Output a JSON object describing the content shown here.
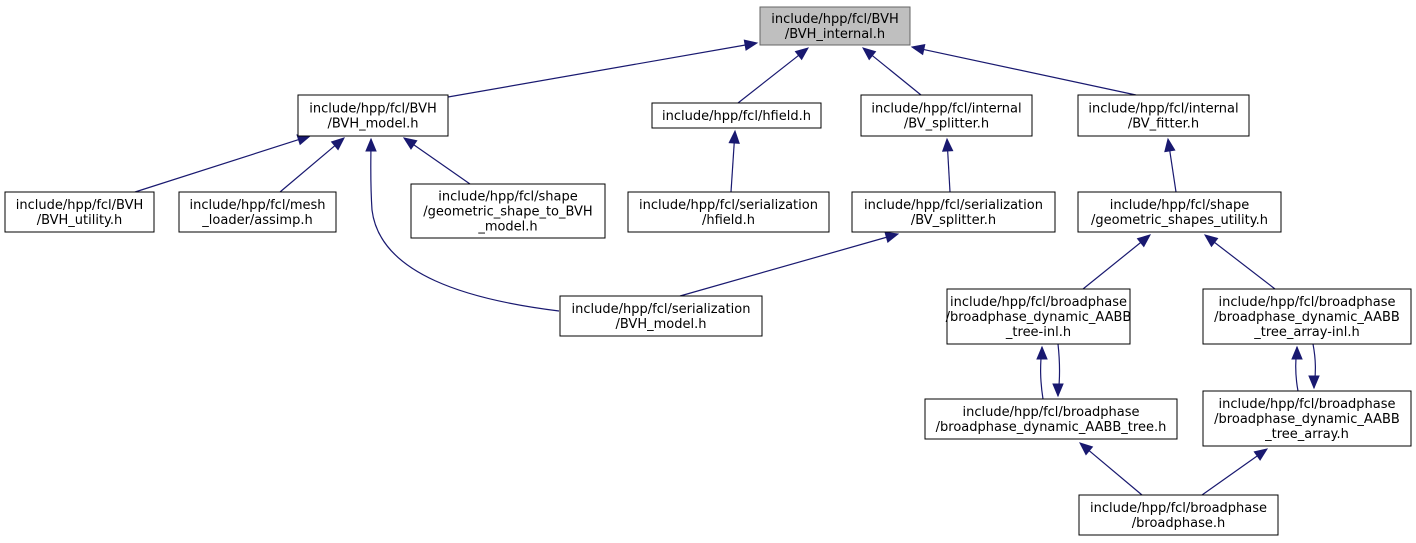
{
  "graph": {
    "nodes": [
      {
        "id": "bvh_internal",
        "lines": [
          "include/hpp/fcl/BVH",
          "/BVH_internal.h"
        ],
        "root": true
      },
      {
        "id": "bvh_model",
        "lines": [
          "include/hpp/fcl/BVH",
          "/BVH_model.h"
        ]
      },
      {
        "id": "hfield",
        "lines": [
          "include/hpp/fcl/hfield.h"
        ]
      },
      {
        "id": "bv_splitter",
        "lines": [
          "include/hpp/fcl/internal",
          "/BV_splitter.h"
        ]
      },
      {
        "id": "bv_fitter",
        "lines": [
          "include/hpp/fcl/internal",
          "/BV_fitter.h"
        ]
      },
      {
        "id": "bvh_utility",
        "lines": [
          "include/hpp/fcl/BVH",
          "/BVH_utility.h"
        ]
      },
      {
        "id": "mesh_assimp",
        "lines": [
          "include/hpp/fcl/mesh",
          "_loader/assimp.h"
        ]
      },
      {
        "id": "geom_shape_to_bvh",
        "lines": [
          "include/hpp/fcl/shape",
          "/geometric_shape_to_BVH",
          "_model.h"
        ]
      },
      {
        "id": "ser_hfield",
        "lines": [
          "include/hpp/fcl/serialization",
          "/hfield.h"
        ]
      },
      {
        "id": "ser_bv_splitter",
        "lines": [
          "include/hpp/fcl/serialization",
          "/BV_splitter.h"
        ]
      },
      {
        "id": "geom_shapes_utility",
        "lines": [
          "include/hpp/fcl/shape",
          "/geometric_shapes_utility.h"
        ]
      },
      {
        "id": "ser_bvh_model",
        "lines": [
          "include/hpp/fcl/serialization",
          "/BVH_model.h"
        ]
      },
      {
        "id": "bp_tree_inl",
        "lines": [
          "include/hpp/fcl/broadphase",
          "/broadphase_dynamic_AABB",
          "_tree-inl.h"
        ]
      },
      {
        "id": "bp_tree_array_inl",
        "lines": [
          "include/hpp/fcl/broadphase",
          "/broadphase_dynamic_AABB",
          "_tree_array-inl.h"
        ]
      },
      {
        "id": "bp_tree",
        "lines": [
          "include/hpp/fcl/broadphase",
          "/broadphase_dynamic_AABB_tree.h"
        ]
      },
      {
        "id": "bp_tree_array",
        "lines": [
          "include/hpp/fcl/broadphase",
          "/broadphase_dynamic_AABB",
          "_tree_array.h"
        ]
      },
      {
        "id": "broadphase",
        "lines": [
          "include/hpp/fcl/broadphase",
          "/broadphase.h"
        ]
      }
    ],
    "edges": [
      {
        "from": "bvh_model",
        "to": "bvh_internal"
      },
      {
        "from": "hfield",
        "to": "bvh_internal"
      },
      {
        "from": "bv_splitter",
        "to": "bvh_internal"
      },
      {
        "from": "bv_fitter",
        "to": "bvh_internal"
      },
      {
        "from": "bvh_utility",
        "to": "bvh_model"
      },
      {
        "from": "mesh_assimp",
        "to": "bvh_model"
      },
      {
        "from": "geom_shape_to_bvh",
        "to": "bvh_model"
      },
      {
        "from": "ser_bvh_model",
        "to": "bvh_model"
      },
      {
        "from": "ser_hfield",
        "to": "hfield"
      },
      {
        "from": "ser_bv_splitter",
        "to": "bv_splitter"
      },
      {
        "from": "ser_bvh_model",
        "to": "ser_bv_splitter"
      },
      {
        "from": "geom_shapes_utility",
        "to": "bv_fitter"
      },
      {
        "from": "bp_tree_inl",
        "to": "geom_shapes_utility"
      },
      {
        "from": "bp_tree_array_inl",
        "to": "geom_shapes_utility"
      },
      {
        "from": "bp_tree",
        "to": "bp_tree_inl"
      },
      {
        "from": "bp_tree_inl",
        "to": "bp_tree"
      },
      {
        "from": "bp_tree_array",
        "to": "bp_tree_array_inl"
      },
      {
        "from": "bp_tree_array_inl",
        "to": "bp_tree_array"
      },
      {
        "from": "broadphase",
        "to": "bp_tree"
      },
      {
        "from": "broadphase",
        "to": "bp_tree_array"
      }
    ]
  }
}
